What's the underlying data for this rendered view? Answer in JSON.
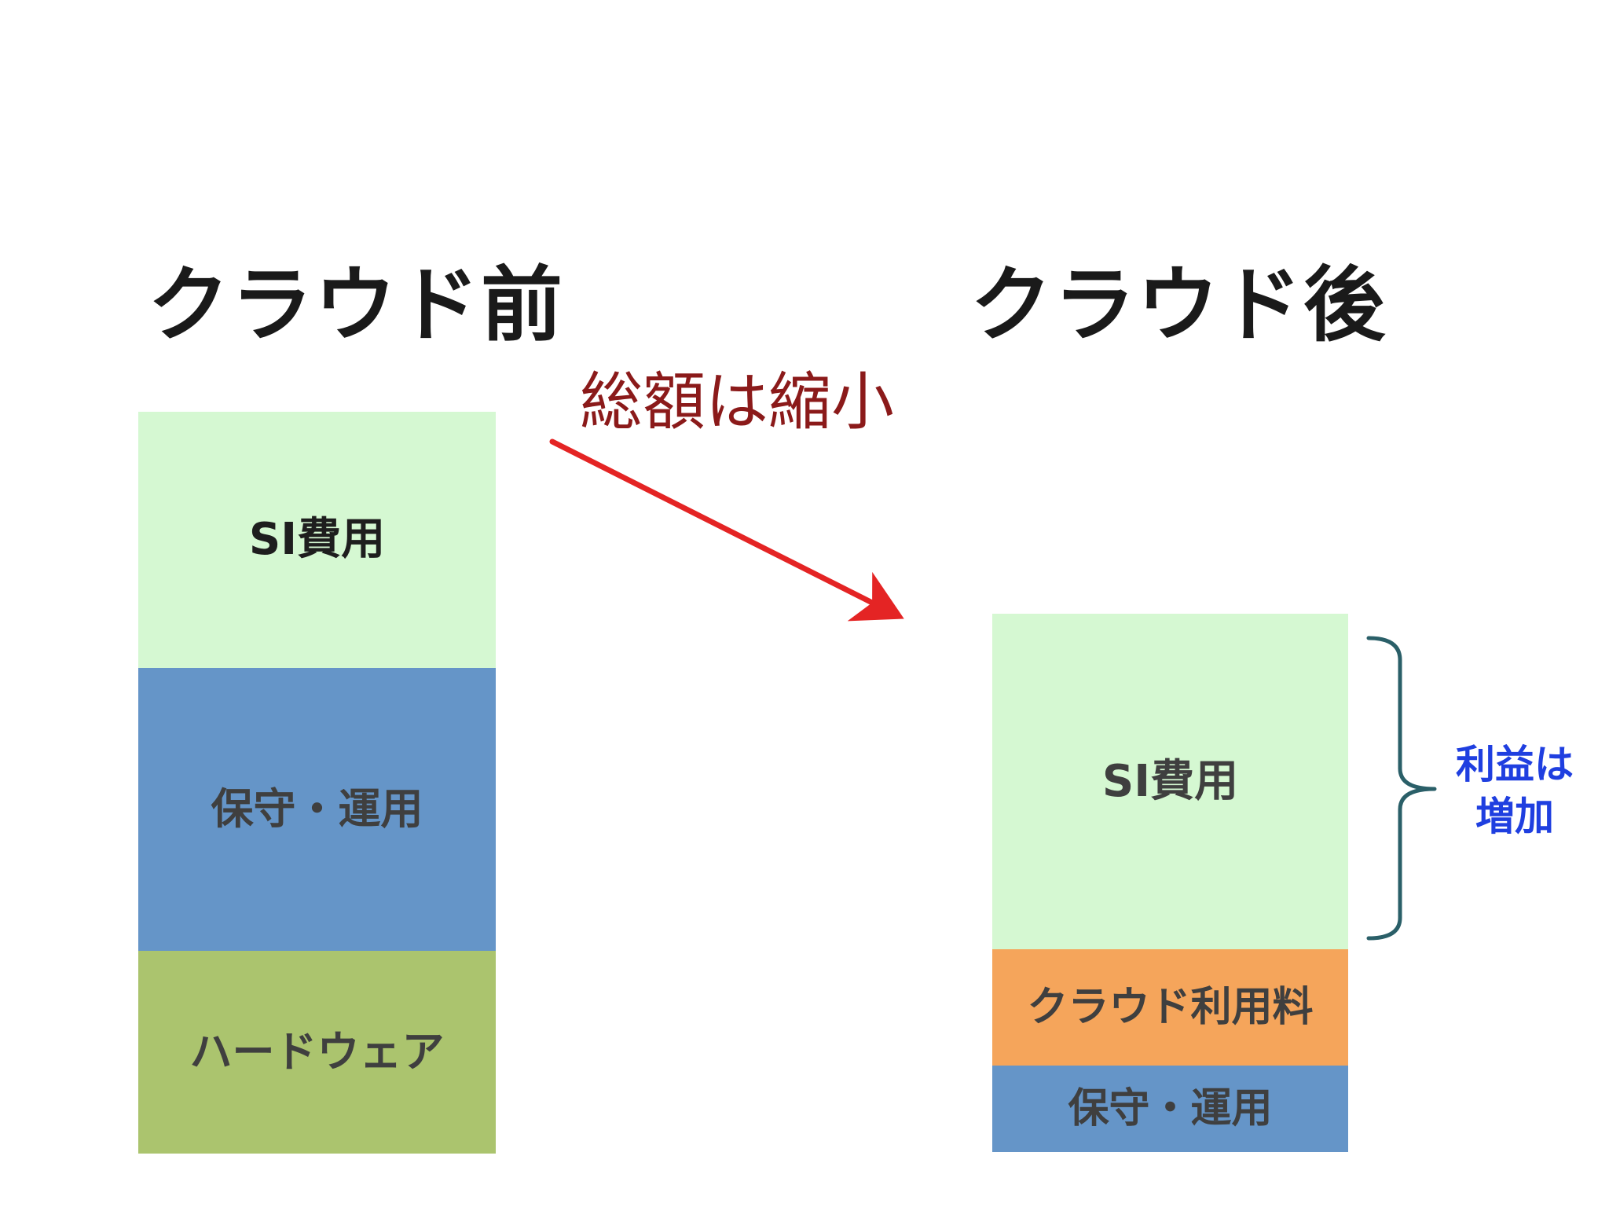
{
  "headings": {
    "before": "クラウド前",
    "after": "クラウド後"
  },
  "annotations": {
    "total_shrinks": "総額は縮小",
    "profit_line1": "利益は",
    "profit_line2": "増加"
  },
  "before_stack": [
    {
      "label": "SI費用",
      "color": "#d5f8d2"
    },
    {
      "label": "保守・運用",
      "color": "#6595c8"
    },
    {
      "label": "ハードウェア",
      "color": "#abc46e"
    }
  ],
  "after_stack": [
    {
      "label": "SI費用",
      "color": "#d5f8d2"
    },
    {
      "label": "クラウド利用料",
      "color": "#f5a55b"
    },
    {
      "label": "保守・運用",
      "color": "#6595c8"
    }
  ],
  "colors": {
    "arrow": "#e42424",
    "brace": "#2a5f68",
    "profit_text": "#1f3fe0",
    "shrink_text": "#8b1a1a"
  }
}
